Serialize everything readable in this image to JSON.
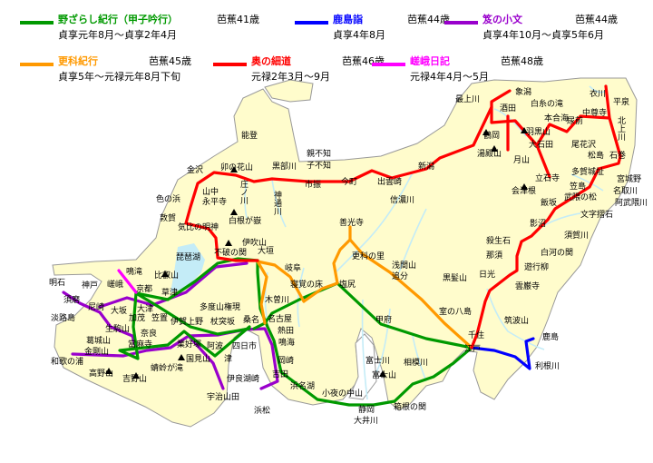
{
  "legend": [
    {
      "title": "野ざらし紀行（甲子吟行）",
      "age": "芭蕉41歳",
      "period": "貞享元年8月～貞享2年4月",
      "color": "#009900"
    },
    {
      "title": "鹿島詣",
      "age": "芭蕉44歳",
      "period": "貞享4年8月",
      "color": "#0000ff"
    },
    {
      "title": "笈の小文",
      "age": "芭蕉44歳",
      "period": "貞享4年10月～貞享5年6月",
      "color": "#9900cc"
    },
    {
      "title": "更科紀行",
      "age": "芭蕉45歳",
      "period": "貞享5年～元禄元年8月下旬",
      "color": "#ff9900"
    },
    {
      "title": "奥の細道",
      "age": "芭蕉46歳",
      "period": "元禄2年3月～9月",
      "color": "#ff0000"
    },
    {
      "title": "嵯峨日記",
      "age": "芭蕉48歳",
      "period": "元禄4年4月～5月",
      "color": "#ff00ff"
    }
  ],
  "map": {
    "land_color": "#fffccc",
    "water_color": "#c4ecf7",
    "mountain_icon": "triangle-mountain-icon"
  },
  "places": [
    "最上川",
    "象潟",
    "白糸の滝",
    "衣川",
    "平泉",
    "酒田",
    "本合海",
    "中尊寺",
    "北上川",
    "羽黒山",
    "尿前",
    "鶴岡",
    "大石田",
    "尾花沢",
    "湯殿山",
    "月山",
    "松島",
    "石巻",
    "多賀城址",
    "立石寺",
    "宮城野",
    "名取川",
    "笠島",
    "会津根",
    "武隈の松",
    "阿武隈川",
    "飯坂",
    "文字摺石",
    "影沼",
    "須賀川",
    "殺生石",
    "白河の関",
    "那須",
    "遊行柳",
    "日光",
    "黒髪山",
    "雲巌寺",
    "室の八島",
    "筑波山",
    "千住",
    "鹿島",
    "江戸",
    "利根川",
    "能登",
    "親不知",
    "子不知",
    "金沢",
    "卯の花山",
    "黒部川",
    "新潟",
    "市振",
    "今町",
    "出雲崎",
    "山中",
    "永平寺",
    "庄ノ川",
    "神通川",
    "信濃川",
    "色の浜",
    "白根が嶽",
    "敦賀",
    "気比の明神",
    "善光寺",
    "伊吹山",
    "琵琶湖",
    "不破の関",
    "大垣",
    "更科の里",
    "浅間山",
    "岐阜",
    "明石",
    "神戸",
    "嵯峨",
    "鳴滝",
    "比叡山",
    "京都",
    "須磨",
    "草津",
    "尼崎",
    "大津",
    "多度山権現",
    "淡路島",
    "大坂",
    "加茂",
    "笠置",
    "伊賀上野",
    "杖突坂",
    "生駒山",
    "奈良",
    "葛城山",
    "金剛山",
    "當麻寺",
    "業好塚",
    "阿波",
    "四日市",
    "和歌の浦",
    "国見山",
    "津",
    "高野山",
    "蜻蛉が滝",
    "吉野山",
    "伊良湖崎",
    "宇治山田",
    "寝覚の床",
    "塩尻",
    "追分",
    "木曽川",
    "甲府",
    "名古屋",
    "熱田",
    "鳴海",
    "桑名",
    "富士川",
    "相模川",
    "岡崎",
    "吉田",
    "富士山",
    "浜名湖",
    "小夜の中山",
    "浜松",
    "箱根の関",
    "静岡",
    "大井川"
  ]
}
